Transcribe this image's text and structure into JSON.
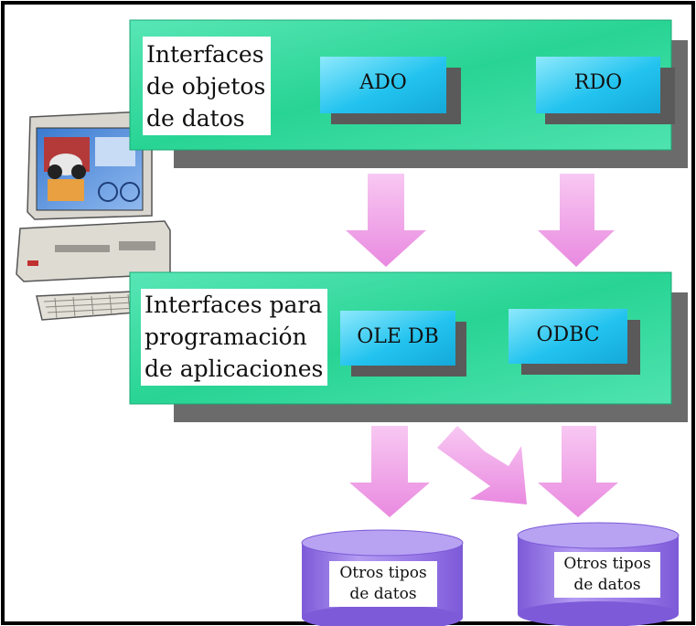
{
  "colors": {
    "panel_green": "#2fd99a",
    "panel_green_light": "#5fe8bc",
    "panel_shadow": "#6b6b6b",
    "box_blue": "#1ec0ee",
    "box_blue_light": "#7be3fb",
    "arrow_pink": "#f0a0e6",
    "cylinder_purple": "#9a7ae8",
    "border": "#000000"
  },
  "top_panel": {
    "label": [
      "Interfaces",
      "de objetos",
      "de datos"
    ],
    "boxes": [
      "ADO",
      "RDO"
    ]
  },
  "bottom_panel": {
    "label": [
      "Interfaces para",
      "programación",
      "de aplicaciones"
    ],
    "boxes": [
      "OLE DB",
      "ODBC"
    ]
  },
  "cylinders": [
    {
      "lines": [
        "Otros tipos",
        "de datos"
      ]
    },
    {
      "lines": [
        "Otros tipos",
        "de datos"
      ]
    }
  ],
  "icons": {
    "computer": "desktop-computer-icon"
  }
}
